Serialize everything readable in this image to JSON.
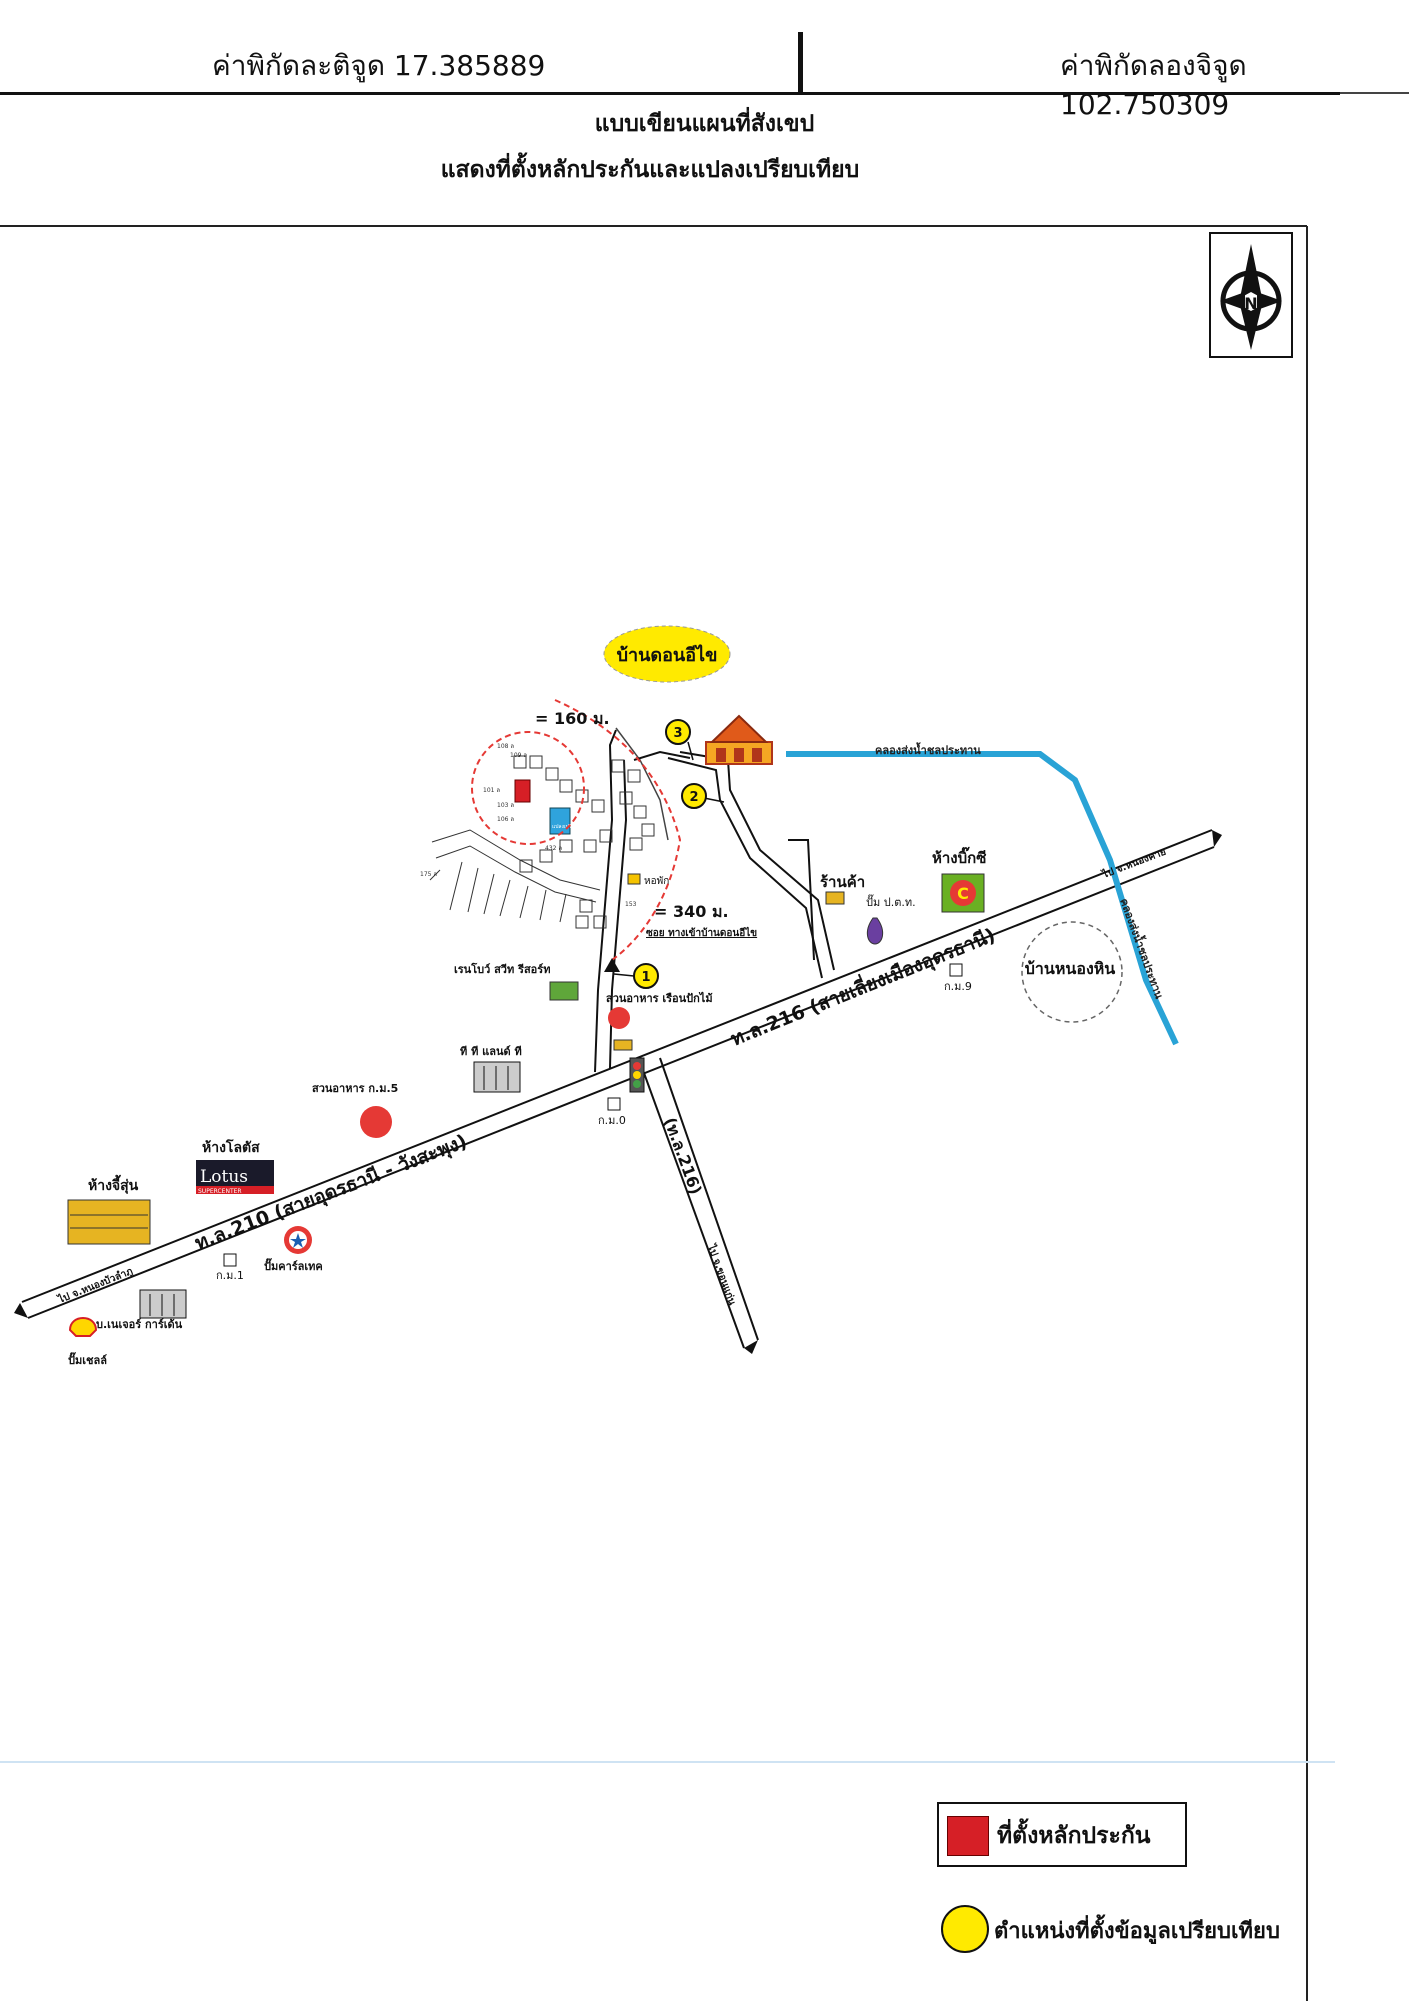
{
  "header": {
    "latitude_label": "ค่าพิกัดละติจูด 17.385889",
    "longitude_label": "ค่าพิกัดลองจิจูด 102.750309"
  },
  "title": {
    "line1": "แบบเขียนแผนที่สังเขป",
    "line2": "แสดงที่ตั้งหลักประกันและแปลงเปรียบเทียบ"
  },
  "map": {
    "north_letter": "N",
    "village_top": "บ้านดอนอีไข",
    "village_right": "บ้านหนองหิน",
    "dist_160": "= 160 ม.",
    "dist_340": "= 340 ม.",
    "soi_label": "ซอย ทางเข้าบ้านดอนอีไข",
    "canal_top": "คลองส่งน้ำชลประทาน",
    "canal_right": "คลองส่งน้ำชลประทาน",
    "road_216_main": "ท.ล.216 (สายเลี่ยงเมืองอุดรธานี)",
    "road_210": "ท.ล.210 (สายอุดรธานี - วังสะพุง)",
    "road_216_south": "(ท.ล.216)",
    "to_nongkhai": "ไป จ.หนองคาย",
    "to_nongbualamphu": "ไป จ.หนองบัวลำภู",
    "to_khonkaen": "ไป จ.ขอนแก่น",
    "big_c": "ห้างบิ๊กซี",
    "shop": "ร้านค้า",
    "ptt": "ปั๊ม ป.ต.ท.",
    "km9": "ก.ม.9",
    "km0": "ก.ม.0",
    "km1": "ก.ม.1",
    "km5_rest": "สวนอาหาร ก.ม.5",
    "rainbow": "เรนโบว์ สวีท รีสอร์ท",
    "restaurant": "สวนอาหาร เรือนปักไม้",
    "tt_land": "ที ที แลนด์ ที",
    "lotus_label": "ห้างโลตัส",
    "lotus_logo": "Lotus",
    "lotus_sub": "SUPERCENTER",
    "jisun": "ห้างจี้สุ่น",
    "caltex": "ปั๊มคาร์ลเทค",
    "shell": "ปั๊มเชลล์",
    "nature_garden": "บ.เนเจอร์ การ์เด้น",
    "dorm": "หอพัก",
    "blue_lot": "แปลงเปรียบเทียบ",
    "markers": [
      "1",
      "2",
      "3"
    ],
    "plot_labels": [
      "108 ล",
      "109 ล",
      "101 ล",
      "103 ล",
      "106 ล",
      "432 ล",
      "153",
      "175 ล"
    ]
  },
  "legend": {
    "collateral_label": "ที่ตั้งหลักประกัน",
    "comparison_label": "ตำแหน่งที่ตั้งข้อมูลเปรียบเทียบ",
    "collateral_color": "#d61f26",
    "comparison_color": "#ffea00"
  },
  "colors": {
    "canal": "#29a3d6",
    "circle": "#e53935",
    "collateral": "#d61f26",
    "comparison_lot": "#2fa3dc",
    "highlight": "#ffea00"
  }
}
